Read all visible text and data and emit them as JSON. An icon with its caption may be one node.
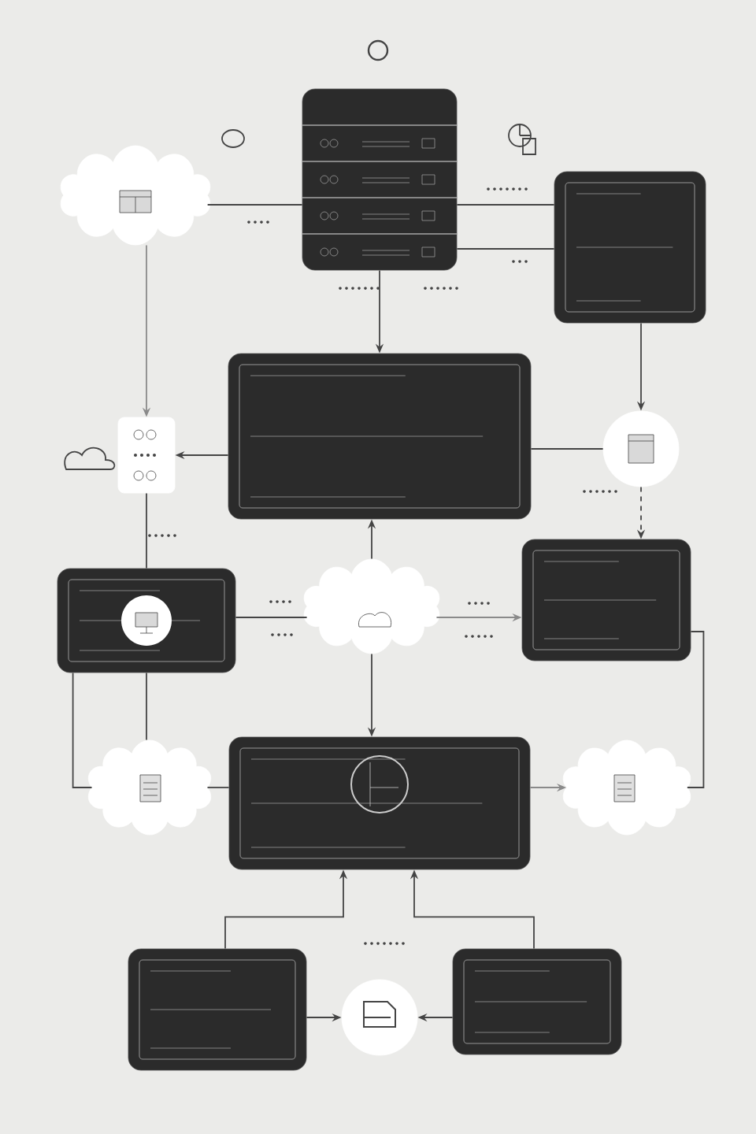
{
  "diagram": {
    "nodes": [
      {
        "text": [],
        "shape": "box"
      },
      {
        "text": [],
        "shape": "cloud"
      },
      {
        "text": [],
        "shape": "box"
      },
      {
        "text": [],
        "shape": "box"
      },
      {
        "text": [],
        "shape": "box"
      },
      {
        "text": [],
        "shape": "circle"
      },
      {
        "text": [],
        "shape": "box"
      },
      {
        "text": [],
        "shape": "cloud"
      },
      {
        "text": [],
        "shape": "box"
      },
      {
        "text": [],
        "shape": "cloud"
      },
      {
        "text": [],
        "shape": "box"
      },
      {
        "text": [],
        "shape": "cloud"
      },
      {
        "text": [],
        "shape": "box"
      },
      {
        "text": [],
        "shape": "circle"
      },
      {
        "text": [],
        "shape": "box"
      }
    ],
    "edges": [
      {
        "from": 1,
        "to": 0,
        "arrow": "none"
      },
      {
        "from": 0,
        "to": 2,
        "arrow": "none"
      },
      {
        "from": 0,
        "to": 2,
        "arrow": "none"
      },
      {
        "from": 0,
        "to": 3,
        "arrow": "to"
      },
      {
        "from": 1,
        "to": 4,
        "arrow": "to",
        "color": "#8a8a8a"
      },
      {
        "from": 3,
        "to": 4,
        "arrow": "to"
      },
      {
        "from": 2,
        "to": 5,
        "arrow": "to"
      },
      {
        "from": 3,
        "to": 5,
        "arrow": "none"
      },
      {
        "from": 5,
        "to": 8,
        "arrow": "to",
        "style": "dashed"
      },
      {
        "from": 7,
        "to": 3,
        "arrow": "to"
      },
      {
        "from": 6,
        "to": 7,
        "arrow": "none"
      },
      {
        "from": 7,
        "to": 8,
        "arrow": "to",
        "color": "#8a8a8a"
      },
      {
        "from": 7,
        "to": 10,
        "arrow": "to"
      },
      {
        "from": 4,
        "to": 6,
        "arrow": "none"
      },
      {
        "from": 6,
        "to": 9,
        "arrow": "none"
      },
      {
        "from": 6,
        "to": 9,
        "arrow": "none"
      },
      {
        "from": 9,
        "to": 10,
        "arrow": "none"
      },
      {
        "from": 10,
        "to": 11,
        "arrow": "to",
        "color": "#8a8a8a"
      },
      {
        "from": 8,
        "to": 11,
        "arrow": "none"
      },
      {
        "from": 12,
        "to": 10,
        "arrow": "to"
      },
      {
        "from": 14,
        "to": 10,
        "arrow": "to"
      },
      {
        "from": 12,
        "to": 13,
        "arrow": "to"
      },
      {
        "from": 14,
        "to": 13,
        "arrow": "to"
      }
    ]
  }
}
